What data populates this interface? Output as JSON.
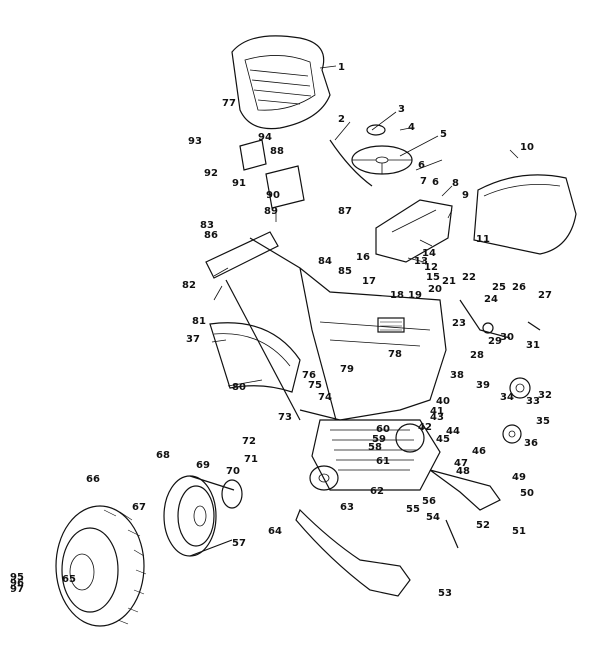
{
  "labels": [
    "1",
    "2",
    "3",
    "4",
    "5",
    "6",
    "6",
    "7",
    "8",
    "9",
    "10",
    "11",
    "12",
    "13",
    "14",
    "15",
    "16",
    "17",
    "18",
    "19",
    "20",
    "21",
    "22",
    "23",
    "24",
    "25",
    "26",
    "27",
    "28",
    "29",
    "30",
    "31",
    "32",
    "33",
    "34",
    "35",
    "36",
    "37",
    "38",
    "39",
    "40",
    "41",
    "42",
    "43",
    "44",
    "45",
    "46",
    "47",
    "48",
    "49",
    "50",
    "51",
    "52",
    "53",
    "54",
    "55",
    "56",
    "57",
    "58",
    "59",
    "60",
    "61",
    "62",
    "63",
    "64",
    "65",
    "66",
    "67",
    "68",
    "69",
    "70",
    "71",
    "72",
    "73",
    "74",
    "75",
    "76",
    "77",
    "78",
    "79",
    "80",
    "81",
    "82",
    "83",
    "84",
    "85",
    "86",
    "87",
    "88",
    "89",
    "90",
    "91",
    "92",
    "93",
    "94",
    "95",
    "96",
    "97"
  ]
}
